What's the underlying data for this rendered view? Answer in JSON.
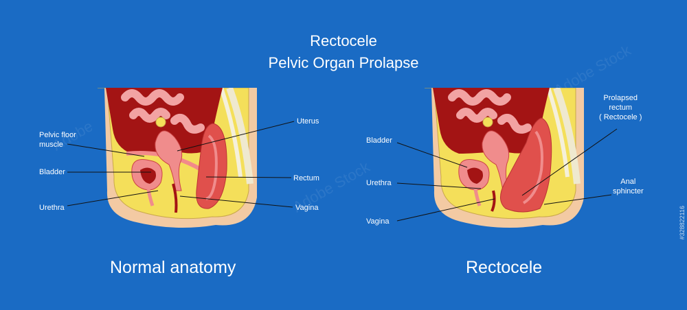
{
  "header": {
    "title_line_1": "Rectocele",
    "title_line_2": "Pelvic Organ Prolapse"
  },
  "left_panel": {
    "caption": "Normal anatomy",
    "labels": {
      "pelvic_floor_line_1": "Pelvic floor",
      "pelvic_floor_line_2": "muscle",
      "bladder": "Bladder",
      "urethra": "Urethra",
      "uterus": "Uterus",
      "rectum": "Rectum",
      "vagina": "Vagina"
    }
  },
  "right_panel": {
    "caption": "Rectocele",
    "labels": {
      "bladder": "Bladder",
      "urethra": "Urethra",
      "vagina": "Vagina",
      "prolapsed_line_1": "Prolapsed",
      "prolapsed_line_2": "rectum",
      "prolapsed_line_3": "( Rectocele )",
      "anal_line_1": "Anal",
      "anal_line_2": "sphincter"
    }
  },
  "watermark": {
    "text": "Adobe Stock",
    "stock_id": "#328822116"
  },
  "colors": {
    "background": "#1a6bc4",
    "cavity": "#a31414",
    "fat": "#f4df5a",
    "skin": "#f3caa3",
    "organ_pink": "#f08c8c",
    "rectum": "#e0504c"
  }
}
